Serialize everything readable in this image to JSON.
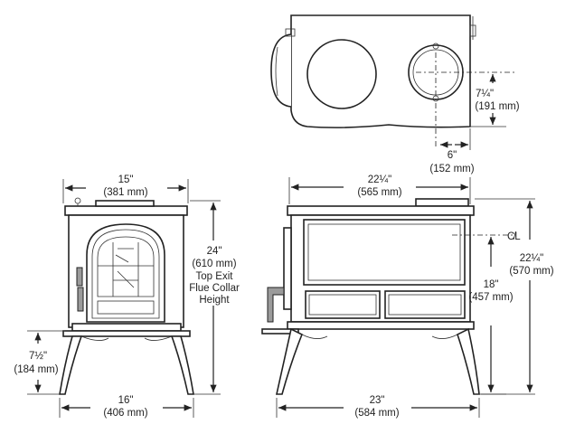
{
  "dimensions": {
    "front_width": {
      "in": "15\"",
      "mm": "(381 mm)"
    },
    "front_height": {
      "in": "24\"",
      "mm": "(610 mm)",
      "note1": "Top Exit",
      "note2": "Flue Collar",
      "note3": "Height"
    },
    "leg_height": {
      "in": "7½\"",
      "mm": "(184 mm)"
    },
    "front_base_width": {
      "in": "16\"",
      "mm": "(406 mm)"
    },
    "side_top_depth": {
      "in": "22¼\"",
      "mm": "(565 mm)"
    },
    "side_right_height": {
      "in": "22¼\"",
      "mm": "(570 mm)"
    },
    "side_center_height": {
      "in": "18\"",
      "mm": "(457 mm)"
    },
    "side_base_depth": {
      "in": "23\"",
      "mm": "(584 mm)"
    },
    "top_flue_offset": {
      "in": "7¼\"",
      "mm": "(191 mm)"
    },
    "top_flue_side": {
      "in": "6\"",
      "mm": "(152 mm)"
    }
  },
  "centerline_symbol": "C̸L"
}
